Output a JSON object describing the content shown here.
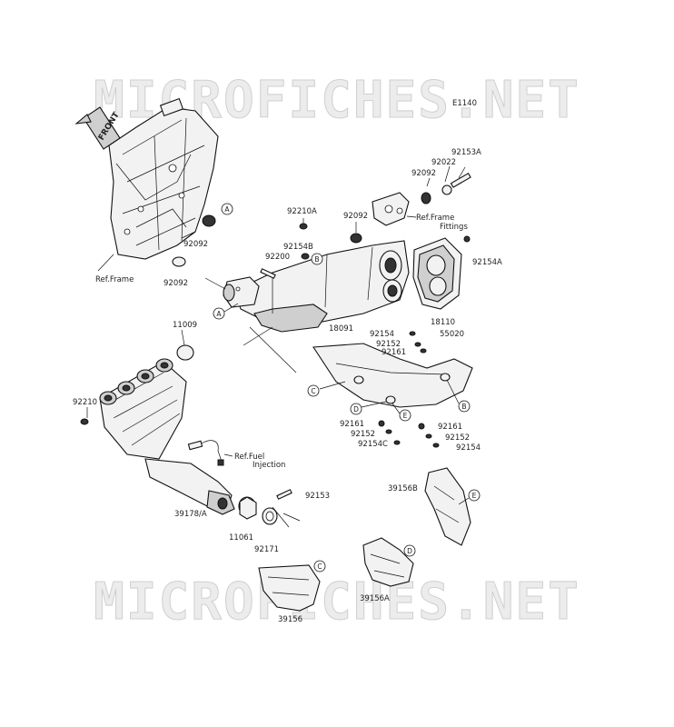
{
  "watermark": {
    "top": "MICROFICHES.NET",
    "bottom": "MICROFICHES.NET"
  },
  "diagram_code": "E1140",
  "front_label": "FRONT",
  "references": {
    "frame": "Ref.Frame",
    "frame_fittings_1": "Ref.Frame",
    "frame_fittings_2": "Fittings",
    "fuel_injection_1": "Ref.Fuel",
    "fuel_injection_2": "Injection"
  },
  "callouts": {
    "A": "A",
    "B": "B",
    "C": "C",
    "D": "D",
    "E": "E"
  },
  "parts": {
    "p92153A": "92153A",
    "p92022": "92022",
    "p92092a": "92092",
    "p92092b": "92092",
    "p92092c": "92092",
    "p92092d": "92092",
    "p92210A": "92210A",
    "p92154B": "92154B",
    "p92200": "92200",
    "p92154A": "92154A",
    "p18091": "18091",
    "p18110": "18110",
    "p55020": "55020",
    "p92154a": "92154",
    "p92152a": "92152",
    "p92161a": "92161",
    "p11009": "11009",
    "p92210": "92210",
    "p92161b": "92161",
    "p92161c": "92161",
    "p92152b": "92152",
    "p92152c": "92152",
    "p92154C": "92154C",
    "p92154b": "92154",
    "p39156B": "39156B",
    "p39178A": "39178/A",
    "p92153": "92153",
    "p11061": "11061",
    "p92171": "92171",
    "p39156A": "39156A",
    "p39156": "39156"
  }
}
